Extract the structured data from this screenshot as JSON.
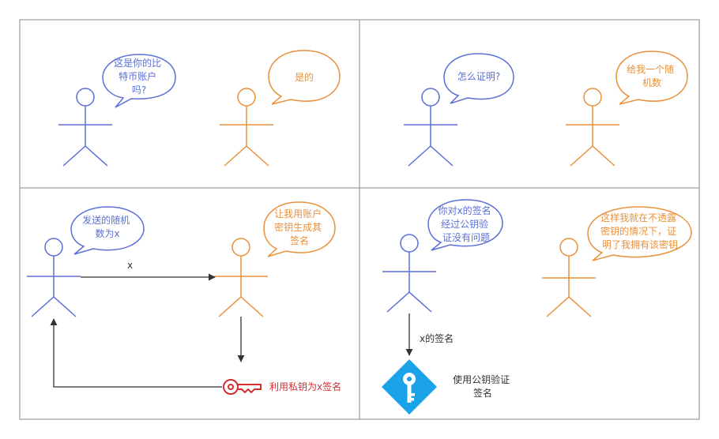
{
  "colors": {
    "blue": "#5b6fd6",
    "orange": "#e8913a",
    "dark": "#333333",
    "red": "#d32f2f",
    "cyan": "#1aa3e8",
    "frame": "#8a8a8a"
  },
  "panel1": {
    "blue_bubble": [
      "这是你的比",
      "特币账户",
      "吗?"
    ],
    "orange_bubble": [
      "是的"
    ]
  },
  "panel2": {
    "blue_bubble": [
      "怎么证明?"
    ],
    "orange_bubble": [
      "给我一个随",
      "机数"
    ]
  },
  "panel3": {
    "blue_bubble": [
      "发送的随机",
      "数为x"
    ],
    "orange_bubble": [
      "让我用账户",
      "密钥生成其",
      "签名"
    ],
    "arrow_label": "x",
    "key_label": "利用私钥为x签名",
    "key_icon": "key-icon"
  },
  "panel4": {
    "blue_bubble": [
      "你对x的签名",
      "经过公钥验",
      "证没有问题"
    ],
    "orange_bubble": [
      "这样我就在不透露",
      "密钥的情况下，证",
      "明了我拥有该密钥"
    ],
    "arrow_label": "x的签名",
    "verify_label": [
      "使用公钥验证",
      "签名"
    ],
    "verify_icon": "public-key-diamond-icon"
  }
}
